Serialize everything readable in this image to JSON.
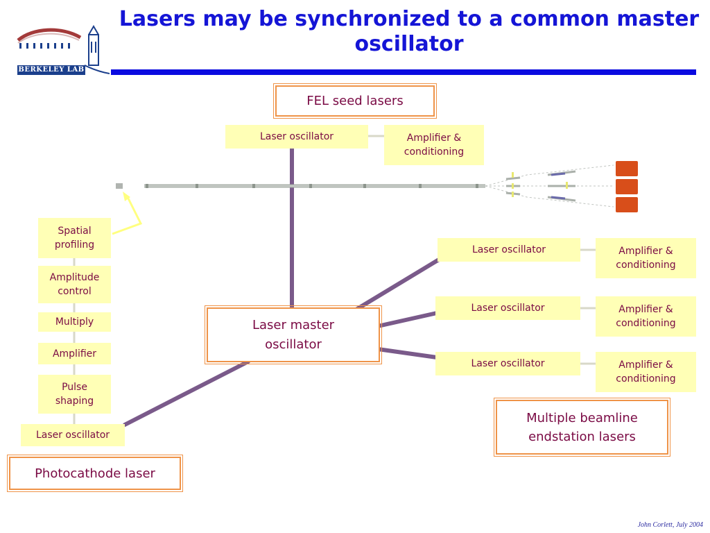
{
  "slide": {
    "title": "Lasers may be synchronized to a common master oscillator",
    "logo_text": "BERKELEY LAB",
    "footer": "John Corlett,  July 2004"
  },
  "colors": {
    "title": "#1515d6",
    "box_fill": "#ffffb6",
    "box_text": "#7a0a44",
    "frame_border": "#ef9348",
    "connector": "#7a5a8a",
    "target": "#d84e1a"
  },
  "labels": {
    "fel_seed": "FEL seed lasers",
    "master": "Laser master oscillator",
    "photocathode": "Photocathode laser",
    "multiple_beamline": "Multiple beamline endstation lasers"
  },
  "fel_chain": {
    "oscillator": "Laser oscillator",
    "amplifier": "Amplifier & conditioning"
  },
  "photocathode_chain": [
    "Spatial profiling",
    "Amplitude control",
    "Multiply",
    "Amplifier",
    "Pulse shaping",
    "Laser oscillator"
  ],
  "endstation_chains": [
    {
      "oscillator": "Laser oscillator",
      "amplifier": "Amplifier & conditioning"
    },
    {
      "oscillator": "Laser oscillator",
      "amplifier": "Amplifier & conditioning"
    },
    {
      "oscillator": "Laser oscillator",
      "amplifier": "Amplifier & conditioning"
    }
  ]
}
